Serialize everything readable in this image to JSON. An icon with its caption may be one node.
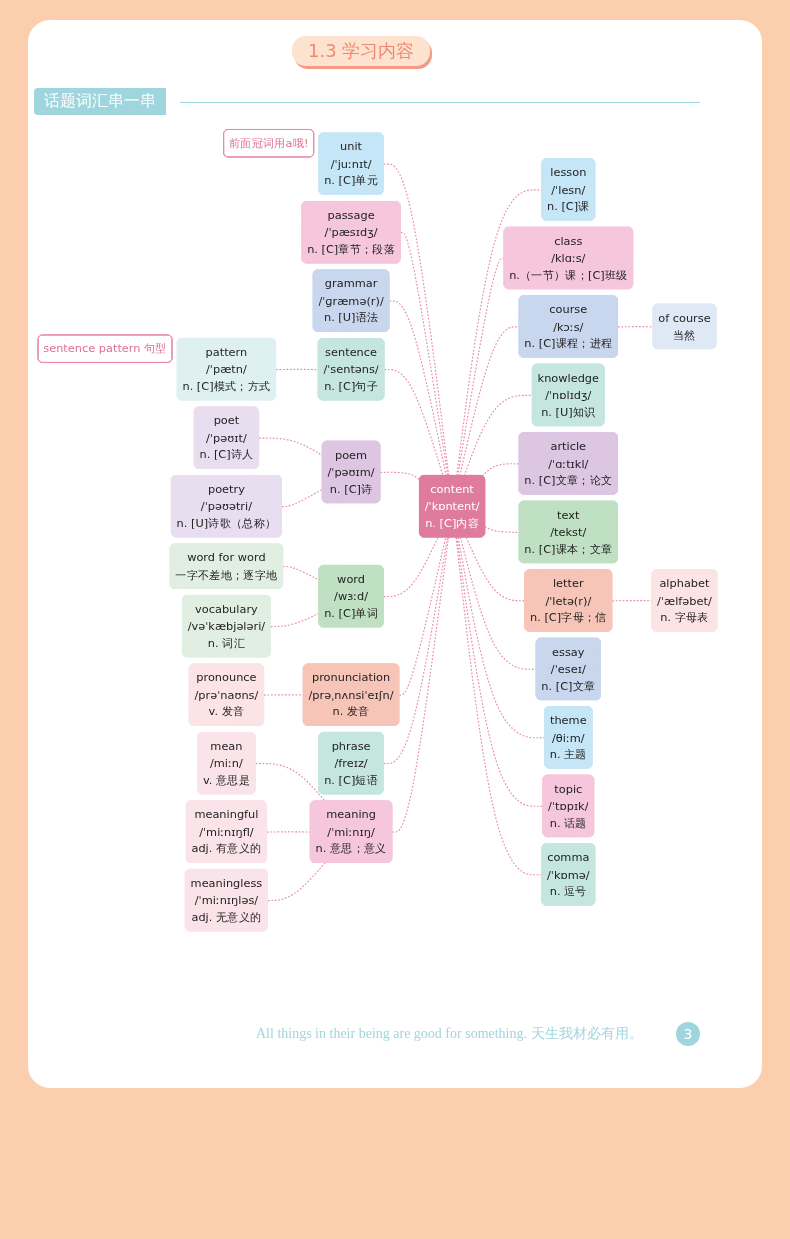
{
  "diagram": {
    "title": "1.3 学习内容",
    "nodes": [
      {
        "text": [
          "content",
          "/ˈkɒntent/",
          "n. [C]内容"
        ]
      },
      {
        "text": [
          "unit",
          "/ˈjuːnɪt/",
          "n. [C]单元"
        ],
        "beside": [
          "前面冠词用a哦!"
        ]
      },
      {
        "text": [
          "passage",
          "/ˈpæsɪdʒ/",
          "n. [C]章节；段落"
        ]
      },
      {
        "text": [
          "grammar",
          "/ˈɡræmə(r)/",
          "n. [U]语法"
        ]
      },
      {
        "text": [
          "sentence",
          "/ˈsentəns/",
          "n. [C]句子"
        ]
      },
      {
        "text": [
          "pattern",
          "/ˈpætn/",
          "n. [C]模式；方式"
        ],
        "beside": [
          "sentence pattern 句型"
        ]
      },
      {
        "text": [
          "poem",
          "/ˈpəʊɪm/",
          "n. [C]诗"
        ]
      },
      {
        "text": [
          "poet",
          "/ˈpəʊɪt/",
          "n. [C]诗人"
        ]
      },
      {
        "text": [
          "poetry",
          "/ˈpəʊətri/",
          "n. [U]诗歌（总称）"
        ]
      },
      {
        "text": [
          "word",
          "/wɜːd/",
          "n. [C]单词"
        ]
      },
      {
        "text": [
          "word for word",
          "一字不差地；逐字地"
        ]
      },
      {
        "text": [
          "vocabulary",
          "/vəˈkæbjələri/",
          "n. 词汇"
        ]
      },
      {
        "text": [
          "pronunciation",
          "/prəˌnʌnsiˈeɪʃn/",
          "n. 发音"
        ]
      },
      {
        "text": [
          "pronounce",
          "/prəˈnaʊns/",
          "v. 发音"
        ]
      },
      {
        "text": [
          "phrase",
          "/freɪz/",
          "n. [C]短语"
        ]
      },
      {
        "text": [
          "meaning",
          "/ˈmiːnɪŋ/",
          "n. 意思；意义"
        ]
      },
      {
        "text": [
          "mean",
          "/miːn/",
          "v. 意思是"
        ]
      },
      {
        "text": [
          "meaningful",
          "/ˈmiːnɪŋfl/",
          "adj. 有意义的"
        ]
      },
      {
        "text": [
          "meaningless",
          "/ˈmiːnɪŋləs/",
          "adj. 无意义的"
        ]
      },
      {
        "text": [
          "lesson",
          "/ˈlesn/",
          "n. [C]课"
        ]
      },
      {
        "text": [
          "class",
          "/klɑːs/",
          "n.（一节）课；[C]班级"
        ]
      },
      {
        "text": [
          "course",
          "/kɔːs/",
          "n. [C]课程；进程"
        ]
      },
      {
        "text": [
          "of course",
          "当然"
        ]
      },
      {
        "text": [
          "knowledge",
          "/ˈnɒlɪdʒ/",
          "n. [U]知识"
        ]
      },
      {
        "text": [
          "article",
          "/ˈɑːtɪkl/",
          "n. [C]文章；论文"
        ]
      },
      {
        "text": [
          "text",
          "/tekst/",
          "n. [C]课本；文章"
        ]
      },
      {
        "text": [
          "letter",
          "/ˈletə(r)/",
          "n. [C]字母；信"
        ]
      },
      {
        "text": [
          "alphabet",
          "/ˈælfəbet/",
          "n. 字母表"
        ]
      },
      {
        "text": [
          "essay",
          "/ˈeseɪ/",
          "n. [C]文章"
        ]
      },
      {
        "text": [
          "theme",
          "/θiːm/",
          "n. 主题"
        ]
      },
      {
        "text": [
          "topic",
          "/ˈtɒpɪk/",
          "n. 话题"
        ]
      },
      {
        "text": [
          "comma",
          "/ˈkɒmə/",
          "n. 逗号"
        ]
      }
    ],
    "edges": [
      {
        "from": 1,
        "to": 0,
        "arrow": "none",
        "style": "dashed"
      },
      {
        "from": 2,
        "to": 0,
        "arrow": "none",
        "style": "dashed"
      },
      {
        "from": 3,
        "to": 0,
        "arrow": "none",
        "style": "dashed"
      },
      {
        "from": 4,
        "to": 0,
        "arrow": "none",
        "style": "dashed"
      },
      {
        "from": 5,
        "to": 4,
        "arrow": "none",
        "style": "dashed"
      },
      {
        "from": 6,
        "to": 0,
        "arrow": "none",
        "style": "dashed"
      },
      {
        "from": 7,
        "to": 6,
        "arrow": "none",
        "style": "dashed"
      },
      {
        "from": 8,
        "to": 6,
        "arrow": "none",
        "style": "dashed"
      },
      {
        "from": 9,
        "to": 0,
        "arrow": "none",
        "style": "dashed"
      },
      {
        "from": 10,
        "to": 9,
        "arrow": "none",
        "style": "dashed"
      },
      {
        "from": 11,
        "to": 9,
        "arrow": "none",
        "style": "dashed"
      },
      {
        "from": 12,
        "to": 0,
        "arrow": "none",
        "style": "dashed"
      },
      {
        "from": 13,
        "to": 12,
        "arrow": "none",
        "style": "dashed"
      },
      {
        "from": 14,
        "to": 0,
        "arrow": "none",
        "style": "dashed"
      },
      {
        "from": 15,
        "to": 0,
        "arrow": "none",
        "style": "dashed"
      },
      {
        "from": 16,
        "to": 15,
        "arrow": "none",
        "style": "dashed"
      },
      {
        "from": 17,
        "to": 15,
        "arrow": "none",
        "style": "dashed"
      },
      {
        "from": 18,
        "to": 15,
        "arrow": "none",
        "style": "dashed"
      },
      {
        "from": 0,
        "to": 19,
        "arrow": "none",
        "style": "dashed"
      },
      {
        "from": 0,
        "to": 20,
        "arrow": "none",
        "style": "dashed"
      },
      {
        "from": 0,
        "to": 21,
        "arrow": "none",
        "style": "dashed"
      },
      {
        "from": 21,
        "to": 22,
        "arrow": "none",
        "style": "dashed"
      },
      {
        "from": 0,
        "to": 23,
        "arrow": "none",
        "style": "dashed"
      },
      {
        "from": 0,
        "to": 24,
        "arrow": "none",
        "style": "dashed"
      },
      {
        "from": 0,
        "to": 25,
        "arrow": "none",
        "style": "dashed"
      },
      {
        "from": 0,
        "to": 26,
        "arrow": "none",
        "style": "dashed"
      },
      {
        "from": 26,
        "to": 27,
        "arrow": "none",
        "style": "dashed"
      },
      {
        "from": 0,
        "to": 28,
        "arrow": "none",
        "style": "dashed"
      },
      {
        "from": 0,
        "to": 29,
        "arrow": "none",
        "style": "dashed"
      },
      {
        "from": 0,
        "to": 30,
        "arrow": "none",
        "style": "dashed"
      },
      {
        "from": 0,
        "to": 31,
        "arrow": "none",
        "style": "dashed"
      }
    ],
    "labels": [
      "话题词汇串一串",
      "All things in their being are good for something. 天生我材必有用。",
      "3"
    ]
  }
}
